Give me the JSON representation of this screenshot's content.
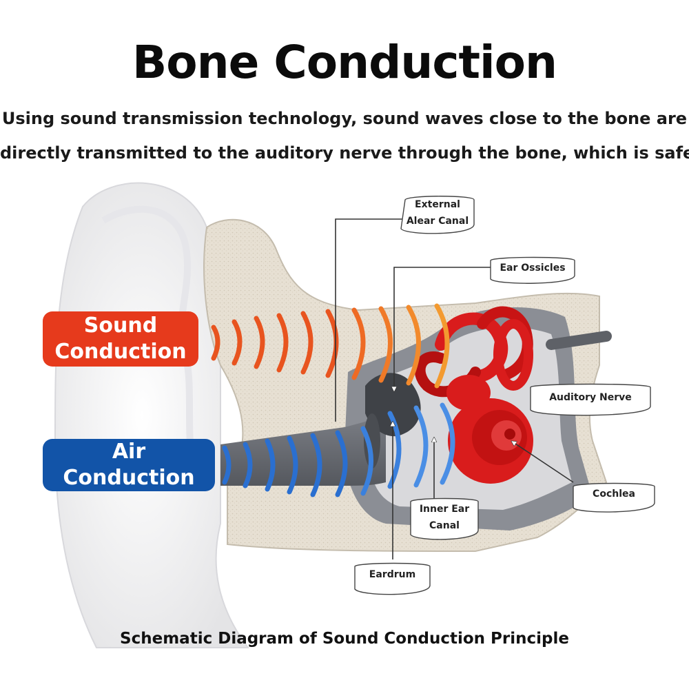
{
  "header": {
    "title": "Bone Conduction",
    "subtitle_line1": "Using sound transmission technology, sound waves close to the bone are",
    "subtitle_line2": "directly transmitted to the auditory nerve through the bone, which is safer."
  },
  "badges": {
    "sound_line1": "Sound",
    "sound_line2": "Conduction",
    "air_line1": "Air",
    "air_line2": "Conduction"
  },
  "callouts": {
    "external_line1": "External",
    "external_line2": "Alear Canal",
    "ossicles": "Ear Ossicles",
    "auditory_nerve": "Auditory Nerve",
    "cochlea": "Cochlea",
    "inner_line1": "Inner Ear",
    "inner_line2": "Canal",
    "eardrum": "Eardrum"
  },
  "caption": "Schematic Diagram of Sound Conduction Principle",
  "colors": {
    "sound_badge": "#e63a1c",
    "air_badge": "#1254a8",
    "sound_wave": "#e8541f",
    "air_wave": "#2a6fd0",
    "cochlea": "#d91c1c",
    "bone": "#e7e0d3"
  }
}
